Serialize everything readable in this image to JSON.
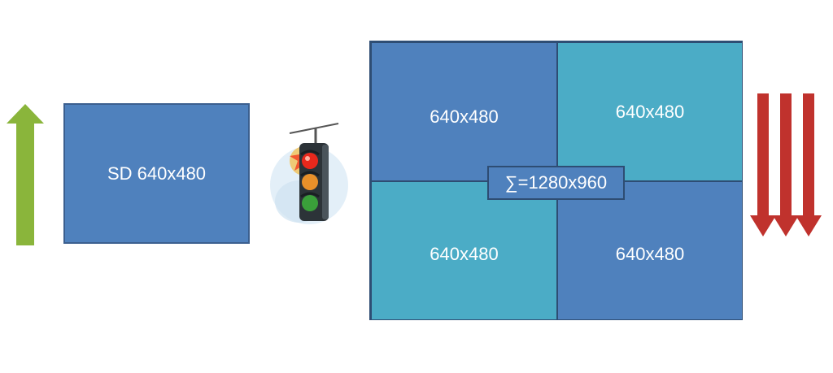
{
  "colors": {
    "green_arrow": "#8ab53b",
    "box_blue": "#4f81bd",
    "box_teal": "#4bacc6",
    "border": "#2e4d73",
    "red_arrow": "#c0322d"
  },
  "sd_box": {
    "label": "SD 640x480"
  },
  "grid": {
    "cells": [
      {
        "label": "640x480",
        "color": "#4f81bd"
      },
      {
        "label": "640x480",
        "color": "#4bacc6"
      },
      {
        "label": "640x480",
        "color": "#4bacc6"
      },
      {
        "label": "640x480",
        "color": "#4f81bd"
      }
    ],
    "sum_label": "∑=1280x960"
  },
  "icons": {
    "left_arrow": "arrow-up-icon",
    "traffic": "traffic-light-icon",
    "right_arrows": "arrow-down-icon"
  }
}
